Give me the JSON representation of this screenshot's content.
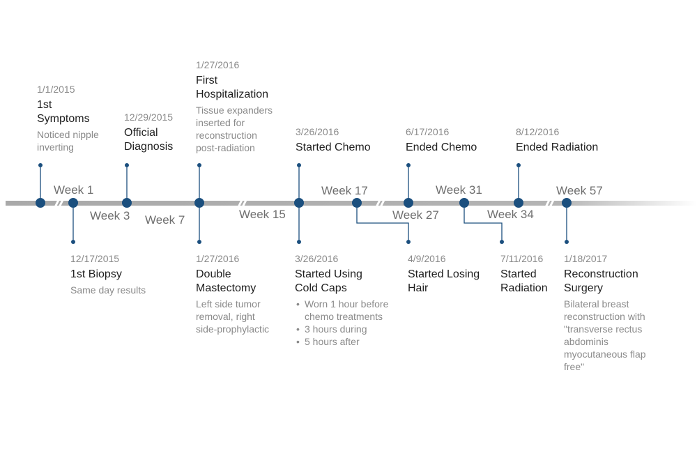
{
  "axis": {
    "weeks": [
      "Week 1",
      "Week 3",
      "Week 7",
      "Week 15",
      "Week 17",
      "Week 27",
      "Week 31",
      "Week 34",
      "Week 57"
    ]
  },
  "colors": {
    "axis_dark": "#a9a9a9",
    "marker": "#1b4f7e",
    "connector": "#1b4f7e",
    "date_text": "#8a8a8a",
    "title_text": "#1f1f1f",
    "week_text": "#6f6f6f"
  },
  "events": {
    "first_symptoms": {
      "date": "1/1/2015",
      "title_lines": [
        "1st",
        "Symptoms"
      ],
      "desc_lines": [
        "Noticed nipple",
        "inverting"
      ]
    },
    "first_biopsy": {
      "date": "12/17/2015",
      "title_lines": [
        "1st Biopsy"
      ],
      "desc_lines": [
        "Same day results"
      ]
    },
    "official_diagnosis": {
      "date": "12/29/2015",
      "title_lines": [
        "Official",
        "Diagnosis"
      ]
    },
    "first_hospitalization": {
      "date": "1/27/2016",
      "title_lines": [
        "First",
        "Hospitalization"
      ],
      "desc_lines": [
        "Tissue expanders",
        "inserted for",
        "reconstruction",
        "post-radiation"
      ]
    },
    "double_mastectomy": {
      "date": "1/27/2016",
      "title_lines": [
        "Double",
        "Mastectomy"
      ],
      "desc_lines": [
        "Left side tumor",
        "removal, right",
        "side-prophylactic"
      ]
    },
    "started_chemo": {
      "date": "3/26/2016",
      "title_lines": [
        "Started Chemo"
      ]
    },
    "cold_caps": {
      "date": "3/26/2016",
      "title_lines": [
        "Started Using",
        "Cold Caps"
      ],
      "bullets": [
        [
          "Worn 1 hour before",
          "chemo treatments"
        ],
        [
          "3 hours during"
        ],
        [
          "5 hours after"
        ]
      ]
    },
    "losing_hair": {
      "date": "4/9/2016",
      "title_lines": [
        "Started Losing",
        "Hair"
      ]
    },
    "ended_chemo": {
      "date": "6/17/2016",
      "title_lines": [
        "Ended Chemo"
      ]
    },
    "started_radiation": {
      "date": "7/11/2016",
      "title_lines": [
        "Started",
        "Radiation"
      ]
    },
    "ended_radiation": {
      "date": "8/12/2016",
      "title_lines": [
        "Ended Radiation"
      ]
    },
    "reconstruction": {
      "date": "1/18/2017",
      "title_lines": [
        "Reconstruction",
        "Surgery"
      ],
      "desc_lines": [
        "Bilateral breast",
        "reconstruction with",
        "\"transverse rectus",
        "abdominis",
        "myocutaneous flap",
        "free\""
      ]
    }
  }
}
